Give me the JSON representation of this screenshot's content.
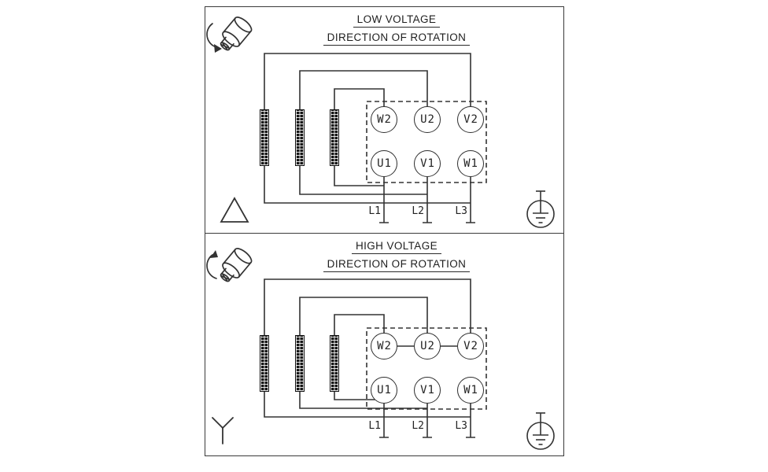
{
  "colors": {
    "background": "#ffffff",
    "line": "#333333",
    "frame": "#3a3a3a"
  },
  "panels": [
    {
      "title": "LOW VOLTAGE",
      "subtitle": "DIRECTION OF ROTATION",
      "connection": "delta",
      "terminals_top": [
        "W2",
        "U2",
        "V2"
      ],
      "terminals_bottom": [
        "U1",
        "V1",
        "W1"
      ],
      "line_labels": [
        "L1",
        "L2",
        "L3"
      ],
      "icons": [
        "motor-rotation-icon",
        "delta-connection-icon",
        "earth-ground-icon"
      ]
    },
    {
      "title": "HIGH VOLTAGE",
      "subtitle": "DIRECTION OF ROTATION",
      "connection": "wye",
      "terminals_top": [
        "W2",
        "U2",
        "V2"
      ],
      "terminals_bottom": [
        "U1",
        "V1",
        "W1"
      ],
      "line_labels": [
        "L1",
        "L2",
        "L3"
      ],
      "icons": [
        "motor-rotation-icon",
        "wye-connection-icon",
        "earth-ground-icon"
      ]
    }
  ]
}
